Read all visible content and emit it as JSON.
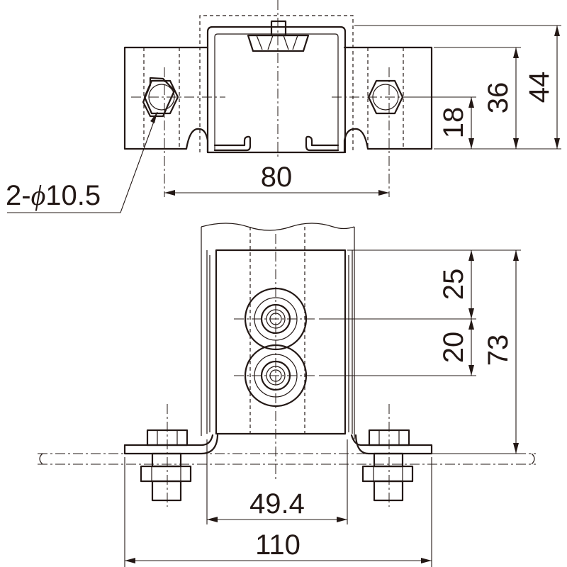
{
  "top_view": {
    "hole_note": {
      "prefix": "2-",
      "symbol": "ϕ",
      "value": "10.5"
    },
    "dim_width": "80",
    "dim_18": "18",
    "dim_36": "36",
    "dim_44": "44"
  },
  "front_view": {
    "dim_25": "25",
    "dim_20": "20",
    "dim_73": "73",
    "dim_inner_width": "49.4",
    "dim_overall_width": "110"
  },
  "colors": {
    "line": "#231815",
    "background": "#ffffff"
  }
}
